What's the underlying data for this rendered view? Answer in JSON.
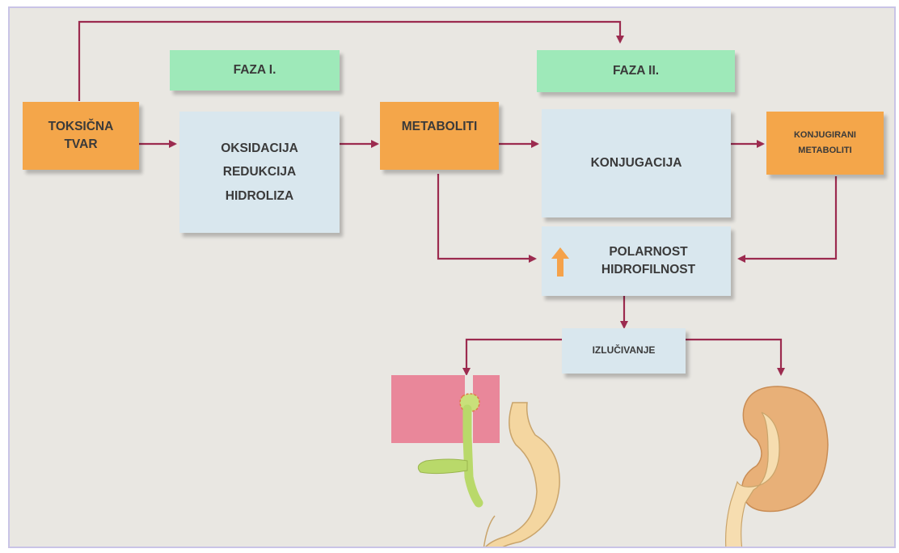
{
  "diagram": {
    "phase1": {
      "label": "FAZA I."
    },
    "phase2": {
      "label": "FAZA II."
    },
    "toxic_substance": {
      "line1": "TOKSIČNA",
      "line2": "TVAR"
    },
    "phase1_reactions": {
      "line1": "OKSIDACIJA",
      "line2": "REDUKCIJA",
      "line3": "HIDROLIZA"
    },
    "metabolites": {
      "label": "METABOLITI"
    },
    "conjugation": {
      "label": "KONJUGACIJA"
    },
    "conjugated_metabolites": {
      "line1": "KONJUGIRANI",
      "line2": "METABOLITI"
    },
    "polarity": {
      "line1": "POLARNOST",
      "line2": "HIDROFILNOST"
    },
    "excretion": {
      "label": "IZLUČIVANJE"
    }
  },
  "colors": {
    "background": "#e9e7e2",
    "arrow": "#9c2b4f",
    "orange_box": "#f4a64a",
    "green_box": "#9ee9b9",
    "blue_box": "#d9e7ee",
    "up_arrow": "#f5a24a",
    "liver": "#e9879a",
    "gallbladder": "#b9d96a",
    "stomach": "#f4d6a0",
    "kidney": "#e8b078"
  },
  "icons": [
    "up-arrow-icon",
    "liver-bile-icon",
    "stomach-intestine-icon",
    "kidney-icon"
  ]
}
